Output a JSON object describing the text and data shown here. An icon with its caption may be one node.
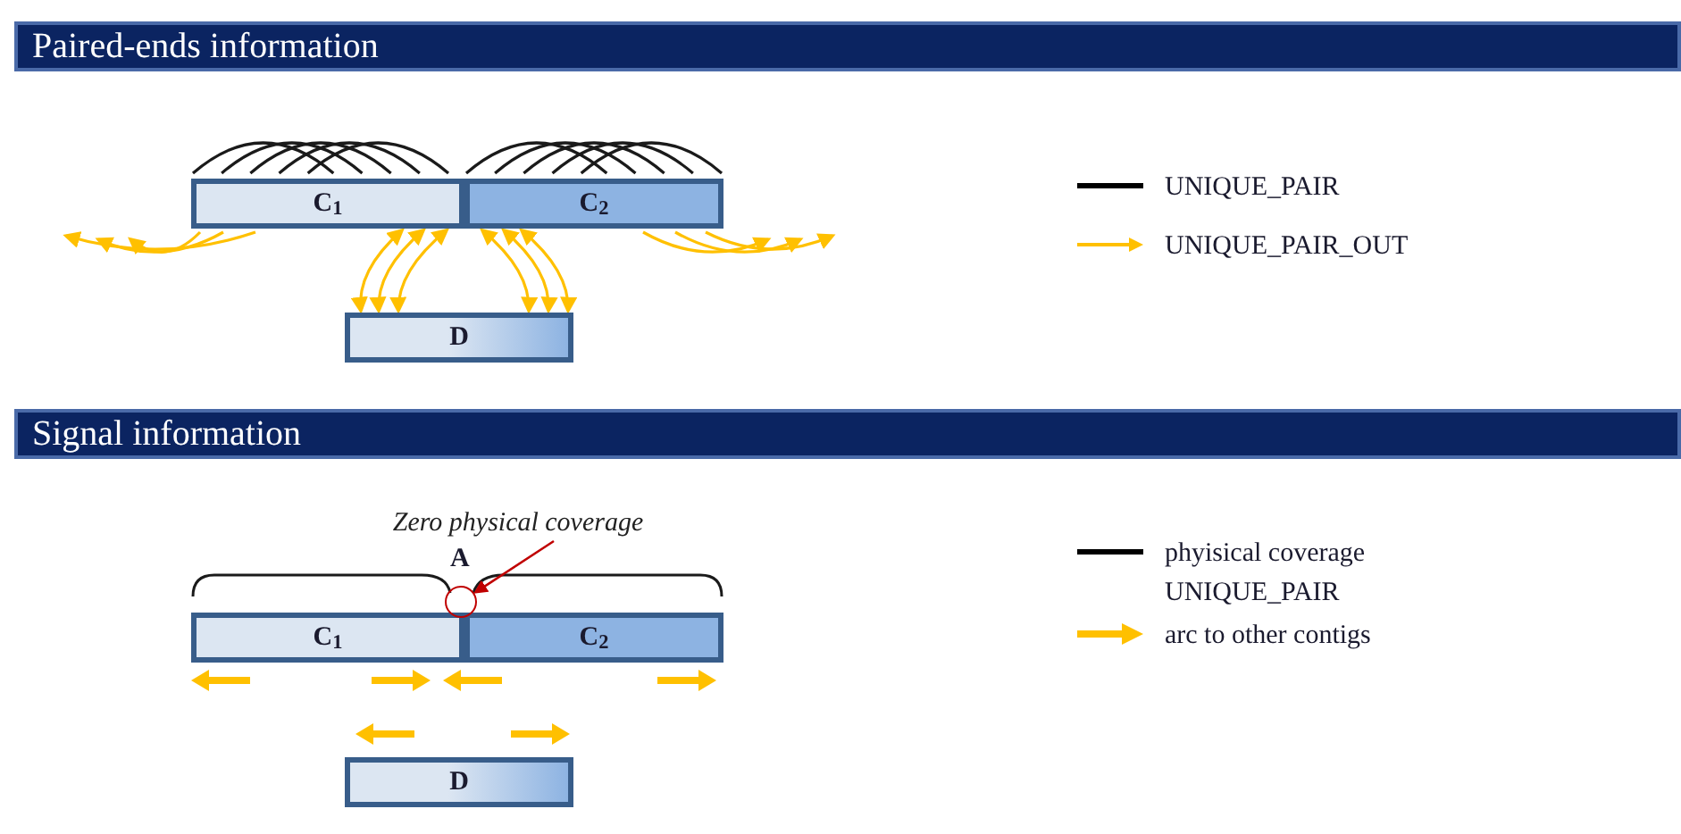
{
  "diagram": {
    "nodes": [
      {
        "text": [
          "Paired-ends information"
        ]
      },
      {
        "text": [
          "C$_{1}$"
        ]
      },
      {
        "text": [
          "C$_{2}$"
        ]
      },
      {
        "text": [
          "D"
        ]
      },
      {
        "text": [
          "Signal information"
        ]
      },
      {
        "text": [
          "C$_{1}$"
        ]
      },
      {
        "text": [
          "C$_{2}$"
        ]
      },
      {
        "text": [
          "D"
        ]
      },
      {
        "text": [
          "Zero physical coverage"
        ]
      },
      {
        "text": [],
        "shape": "circle",
        "beside": [
          "A"
        ]
      }
    ],
    "edges": [
      {
        "from": 1,
        "to": 3,
        "arrow": "both"
      },
      {
        "from": 1,
        "to": 3,
        "arrow": "both"
      },
      {
        "from": 1,
        "to": 3,
        "arrow": "both"
      },
      {
        "from": 2,
        "to": 3,
        "arrow": "both"
      },
      {
        "from": 2,
        "to": 3,
        "arrow": "both"
      },
      {
        "from": 2,
        "to": 3,
        "arrow": "both"
      },
      {
        "from": 1,
        "to": null,
        "arrow": "to"
      },
      {
        "from": 1,
        "to": null,
        "arrow": "to"
      },
      {
        "from": 1,
        "to": null,
        "arrow": "to"
      },
      {
        "from": 2,
        "to": null,
        "arrow": "to"
      },
      {
        "from": 2,
        "to": null,
        "arrow": "to"
      },
      {
        "from": 2,
        "to": null,
        "arrow": "to"
      },
      {
        "from": 8,
        "to": 9,
        "arrow": "to",
        "color": "#c00000"
      }
    ],
    "legend": [
      {
        "text": "UNIQUE_PAIR"
      },
      {
        "text": "UNIQUE_PAIR_OUT"
      },
      {
        "text": "phyisical coverage UNIQUE_PAIR"
      },
      {
        "text": "arc to other contigs"
      }
    ]
  }
}
